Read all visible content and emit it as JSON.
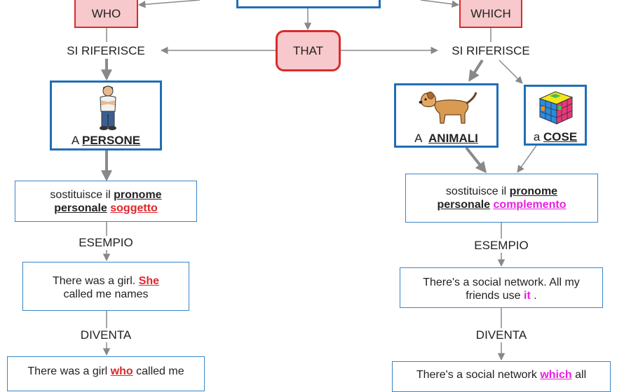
{
  "top": {
    "who": "WHO",
    "which": "WHICH",
    "that": "THAT"
  },
  "left": {
    "refers": "SI RIFERISCE",
    "cat_prefix": "A ",
    "cat_word": "PERSONE",
    "replaces_text": "sostituisce il ",
    "replaces_pronoun": "pronome",
    "replaces_personal": "personale",
    "replaces_type": "soggetto",
    "example_label": "ESEMPIO",
    "example_text": "There was a girl. ",
    "example_pronoun": "She",
    "example_text2": "called me names",
    "becomes_label": "DIVENTA",
    "result_text": "There was a girl ",
    "result_rel": "who",
    "result_text2": " called me"
  },
  "right": {
    "refers": "SI RIFERISCE",
    "animals_prefix": "A ",
    "animals_word": "ANIMALI",
    "things_prefix": "a ",
    "things_word": "COSE",
    "replaces_text": "sostituisce il ",
    "replaces_pronoun": "pronome",
    "replaces_personal": "personale",
    "replaces_type": "complemento",
    "example_label": "ESEMPIO",
    "example_text": "There's a social network. All my",
    "example_text2": "friends use ",
    "example_pronoun": "it",
    "example_end": " .",
    "becomes_label": "DIVENTA",
    "result_text": "There's a social network ",
    "result_rel": "which",
    "result_text2": " all"
  },
  "colors": {
    "red_accent": "#e0262b",
    "magenta_accent": "#e81fe0",
    "blue_border": "#1f6fb5",
    "pink_fill": "#f7c9cc"
  },
  "icons": {
    "person": "man-cartoon-icon",
    "dog": "dog-cartoon-icon",
    "cube": "rubiks-cube-icon"
  }
}
